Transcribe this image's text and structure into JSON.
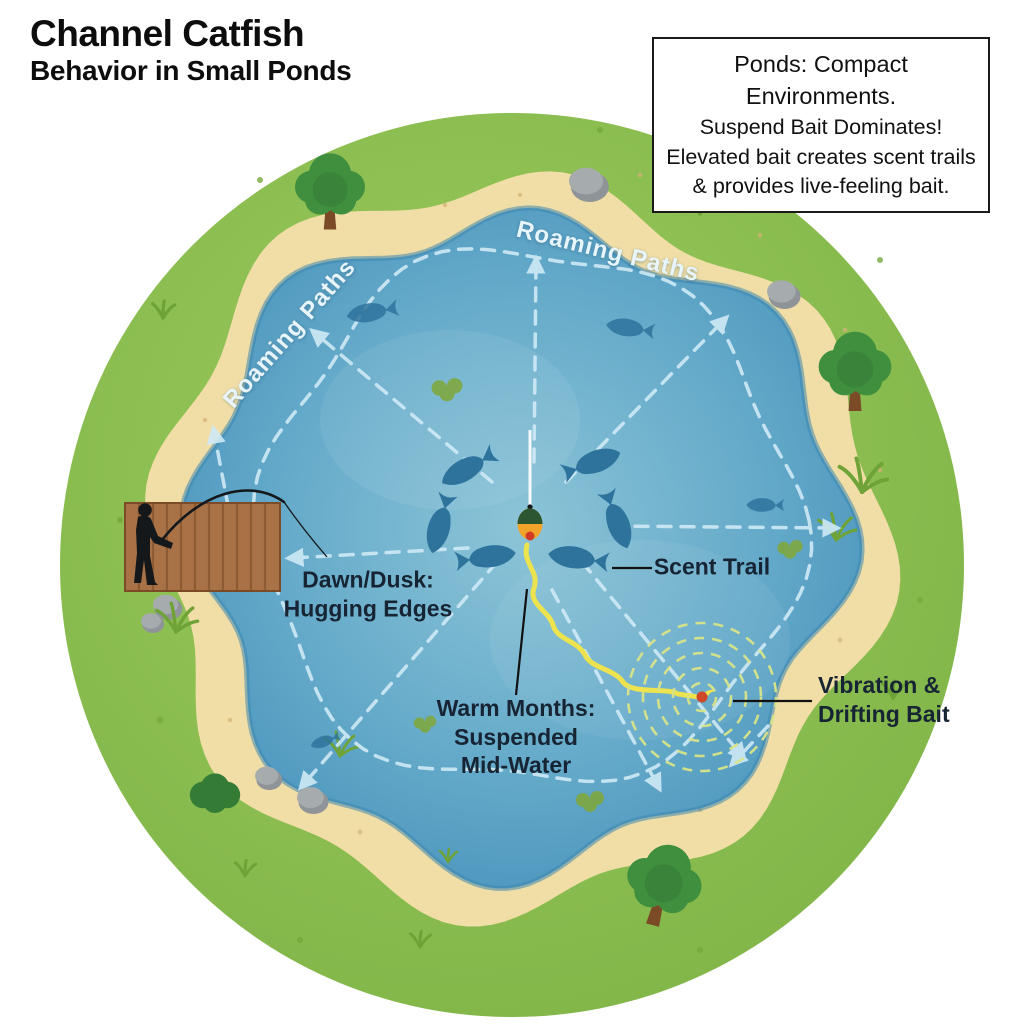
{
  "title": {
    "line1": "Channel Catfish",
    "line2": "Behavior in Small Ponds"
  },
  "info_box": {
    "line1": "Ponds: Compact Environments.",
    "line2": "Suspend Bait Dominates!",
    "line3": "Elevated bait creates scent trails",
    "line4": "& provides live-feeling bait."
  },
  "labels": {
    "roaming_left": "Roaming Paths",
    "roaming_top": "Roaming Paths",
    "dawn_dusk1": "Dawn/Dusk:",
    "dawn_dusk2": "Hugging Edges",
    "scent_trail": "Scent Trail",
    "warm1": "Warm Months:",
    "warm2": "Suspended",
    "warm3": "Mid-Water",
    "vib1": "Vibration &",
    "vib2": "Drifting Bait"
  },
  "colors": {
    "grass1": "#9ccb5f",
    "grass2": "#7db245",
    "sand": "#f1dea6",
    "sandSpeck": "#d2b376",
    "waterCenter": "#8cc4d7",
    "waterMid": "#66abca",
    "waterEdge": "#4690ba",
    "waterRim": "#3d87b1",
    "dash": "#cfeaf6",
    "fish": "#2e739c",
    "dockWood": "#a87246",
    "dockLine": "#8c5a33",
    "dockEdge": "#7c4c28",
    "silhouette": "#15181b",
    "labelDark": "#162433",
    "roamingText": "#e8f6fb",
    "trail": "#ece34f",
    "ripple": "#d8e489",
    "bait": "#d04828",
    "bobberTop": "#2c5531",
    "bobberBody": "#f2a32a",
    "bobberRing": "#d13b25",
    "lineWhite": "#ffffff",
    "tree": "#3f8f3e",
    "treeDark": "#347c36",
    "trunk": "#7b4b27",
    "rock": "#a6abae",
    "rockDark": "#8f9498",
    "tuft": "#6fa338",
    "algae": "#7fa83f",
    "callout": "#111111",
    "grassSpeck": "#74a93c"
  }
}
